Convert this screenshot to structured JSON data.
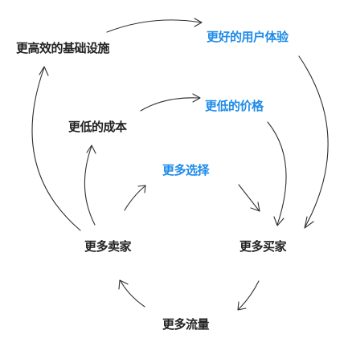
{
  "nodes": {
    "better_infrastructure": "更高效的基础设施",
    "better_user_experience": "更好的用户体验",
    "lower_cost": "更低的成本",
    "lower_price": "更低的价格",
    "more_selection": "更多选择",
    "more_sellers": "更多卖家",
    "more_buyers": "更多买家",
    "more_traffic": "更多流量"
  },
  "colors": {
    "text": "#222222",
    "highlight": "#1f8be8",
    "arrow": "#2f2f2f"
  }
}
